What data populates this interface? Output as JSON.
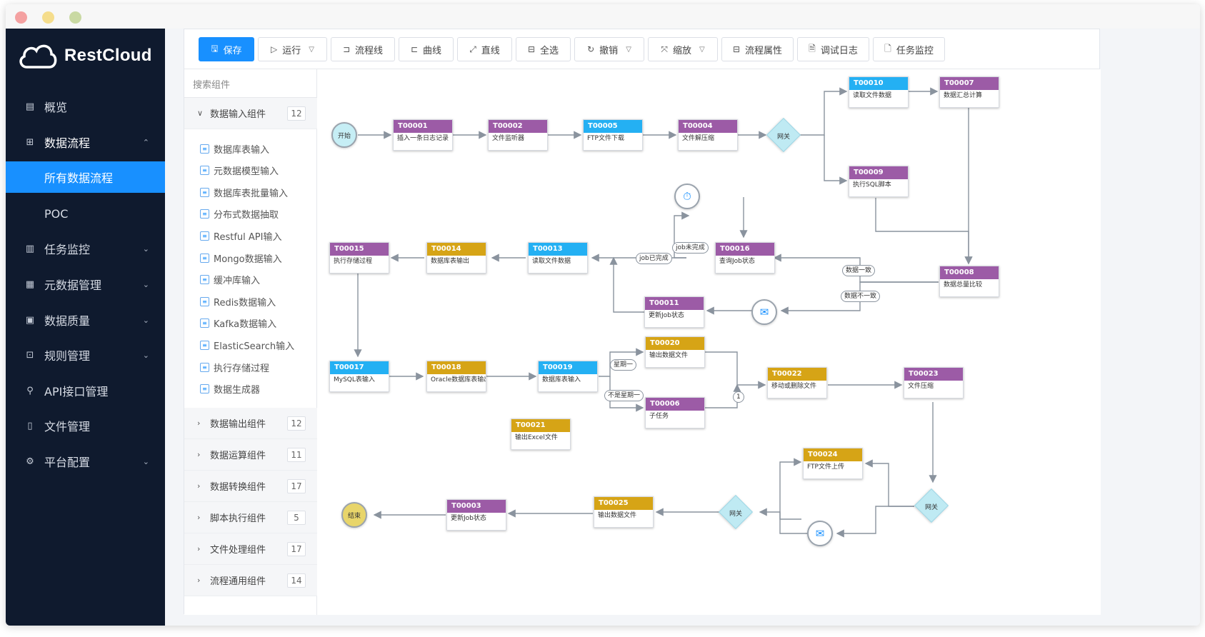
{
  "app": {
    "brand": "RestCloud"
  },
  "sidebar": {
    "items": [
      {
        "label": "概览",
        "icon": "overview-icon"
      },
      {
        "label": "数据流程",
        "icon": "grid-icon",
        "expanded": true
      },
      {
        "label": "所有数据流程",
        "selected": true
      },
      {
        "label": "POC"
      },
      {
        "label": "任务监控",
        "icon": "monitor-icon"
      },
      {
        "label": "元数据管理",
        "icon": "metadata-icon"
      },
      {
        "label": "数据质量",
        "icon": "quality-icon"
      },
      {
        "label": "规则管理",
        "icon": "rule-icon"
      },
      {
        "label": "API接口管理",
        "icon": "api-icon"
      },
      {
        "label": "文件管理",
        "icon": "file-icon"
      },
      {
        "label": "平台配置",
        "icon": "gear-icon"
      }
    ]
  },
  "toolbar": {
    "save": "保存",
    "run": "运行",
    "flowline": "流程线",
    "curve": "曲线",
    "straight": "直线",
    "select_all": "全选",
    "undo": "撤销",
    "zoom": "缩放",
    "props": "流程属性",
    "debug_log": "调试日志",
    "task_monitor": "任务监控"
  },
  "components": {
    "search_placeholder": "搜索组件",
    "groups": [
      {
        "label": "数据输入组件",
        "count": "12"
      },
      {
        "label": "数据输出组件",
        "count": "12"
      },
      {
        "label": "数据运算组件",
        "count": "11"
      },
      {
        "label": "数据转换组件",
        "count": "17"
      },
      {
        "label": "脚本执行组件",
        "count": "5"
      },
      {
        "label": "文件处理组件",
        "count": "17"
      },
      {
        "label": "流程通用组件",
        "count": "14"
      }
    ],
    "input_items": [
      "数据库表输入",
      "元数据模型输入",
      "数据库表批量输入",
      "分布式数据抽取",
      "Restful API输入",
      "Mongo数据输入",
      "缓冲库输入",
      "Redis数据输入",
      "Kafka数据输入",
      "ElasticSearch输入",
      "执行存储过程",
      "数据生成器"
    ]
  },
  "flow": {
    "start": "开始",
    "end": "结束",
    "gateway": "网关",
    "nodes": [
      {
        "id": "T00001",
        "label": "插入一条日志记录"
      },
      {
        "id": "T00002",
        "label": "文件监听器"
      },
      {
        "id": "T00005",
        "label": "FTP文件下载"
      },
      {
        "id": "T00004",
        "label": "文件解压缩"
      },
      {
        "id": "T00010",
        "label": "读取文件数据"
      },
      {
        "id": "T00007",
        "label": "数据汇总计算"
      },
      {
        "id": "T00009",
        "label": "执行SQL脚本"
      },
      {
        "id": "T00008",
        "label": "数据总量比较"
      },
      {
        "id": "T00016",
        "label": "查询Job状态"
      },
      {
        "id": "T00013",
        "label": "读取文件数据"
      },
      {
        "id": "T00014",
        "label": "数据库表输出"
      },
      {
        "id": "T00015",
        "label": "执行存储过程"
      },
      {
        "id": "T00011",
        "label": "更新Job状态"
      },
      {
        "id": "T00017",
        "label": "MySQL表输入"
      },
      {
        "id": "T00018",
        "label": "Oracle数据库表输出"
      },
      {
        "id": "T00019",
        "label": "数据库表输入"
      },
      {
        "id": "T00020",
        "label": "输出数据文件"
      },
      {
        "id": "T00006",
        "label": "子任务"
      },
      {
        "id": "T00022",
        "label": "移动或删除文件"
      },
      {
        "id": "T00023",
        "label": "文件压缩"
      },
      {
        "id": "T00021",
        "label": "输出Excel文件"
      },
      {
        "id": "T00024",
        "label": "FTP文件上传"
      },
      {
        "id": "T00025",
        "label": "输出数据文件"
      },
      {
        "id": "T00003",
        "label": "更新Job状态"
      }
    ],
    "edge_labels": {
      "job_not_done": "job未完成",
      "job_done": "job已完成",
      "data_same": "数据一致",
      "data_diff": "数据不一致",
      "is_monday": "星期一",
      "not_monday": "不是星期一",
      "one": "1"
    }
  },
  "colors": {
    "sidebar_bg": "#0f1a2e",
    "accent": "#1890ff",
    "node_purple": "#9c5ba6",
    "node_blue": "#24b0f3",
    "node_gold": "#d6a416"
  }
}
